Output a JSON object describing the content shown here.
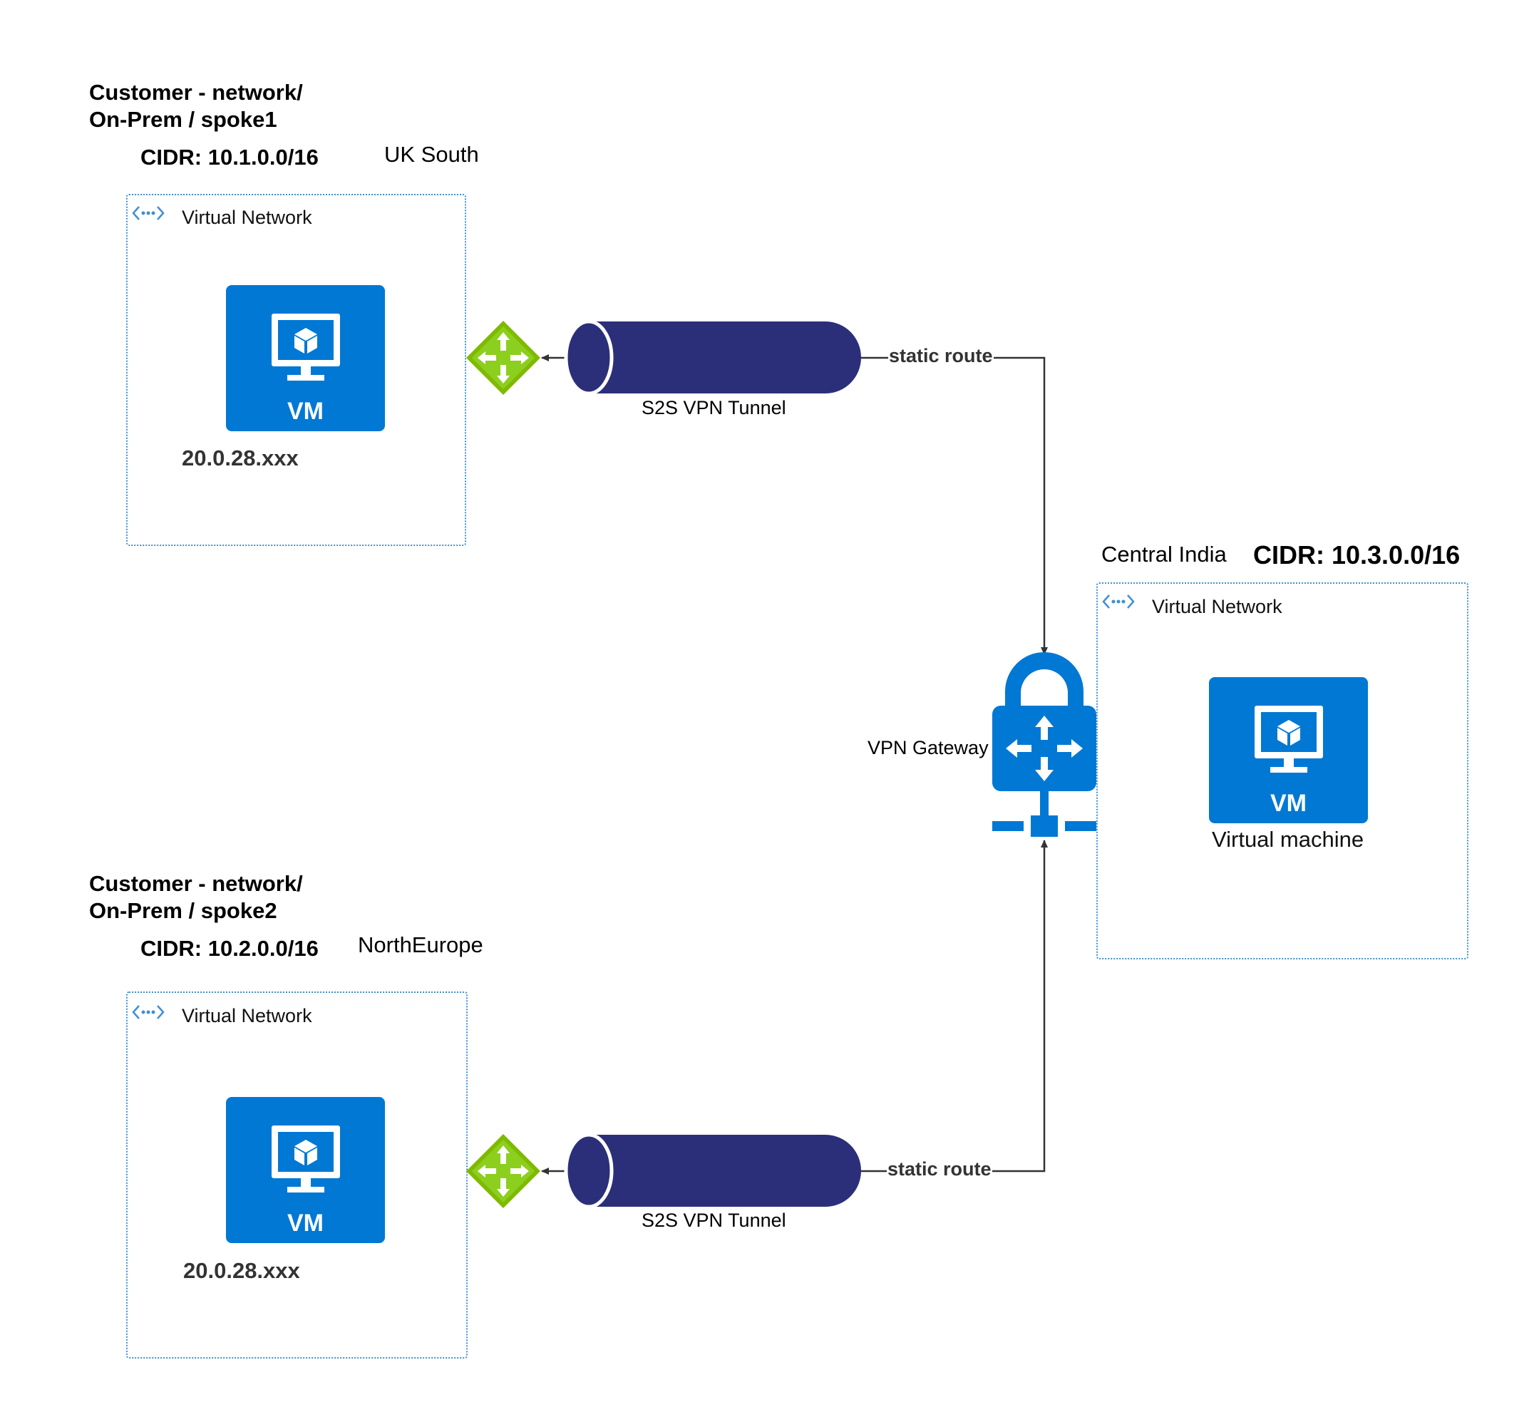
{
  "spoke1": {
    "title_line1": "Customer - network/",
    "title_line2": "On-Prem / spoke1",
    "cidr": "CIDR: 10.1.0.0/16",
    "region": "UK South",
    "vnet_label": "Virtual Network",
    "vm_label": "VM",
    "vm_ip": "20.0.28.xxx",
    "tunnel_label": "S2S VPN Tunnel",
    "route_label": "static route"
  },
  "spoke2": {
    "title_line1": "Customer - network/",
    "title_line2": "On-Prem / spoke2",
    "cidr": "CIDR: 10.2.0.0/16",
    "region": "NorthEurope",
    "vnet_label": "Virtual Network",
    "vm_label": "VM",
    "vm_ip": "20.0.28.xxx",
    "tunnel_label": "S2S VPN Tunnel",
    "route_label": "static route"
  },
  "hub": {
    "region": "Central India",
    "cidr": "CIDR: 10.3.0.0/16",
    "vnet_label": "Virtual Network",
    "vm_label": "VM",
    "vm_caption": "Virtual machine",
    "gateway_label": "VPN Gateway"
  },
  "colors": {
    "azure_blue": "#0078d4",
    "tunnel_navy": "#2b2f7a",
    "router_green": "#7fba00",
    "vnet_border": "#3f8fd6",
    "line": "#333333"
  },
  "icons": {
    "vm": "vm-monitor-cube-icon",
    "router": "local-network-gateway-icon",
    "tunnel": "vpn-tunnel-cylinder-icon",
    "vpn_gateway": "vpn-gateway-lock-icon",
    "vnet": "virtual-network-icon"
  }
}
